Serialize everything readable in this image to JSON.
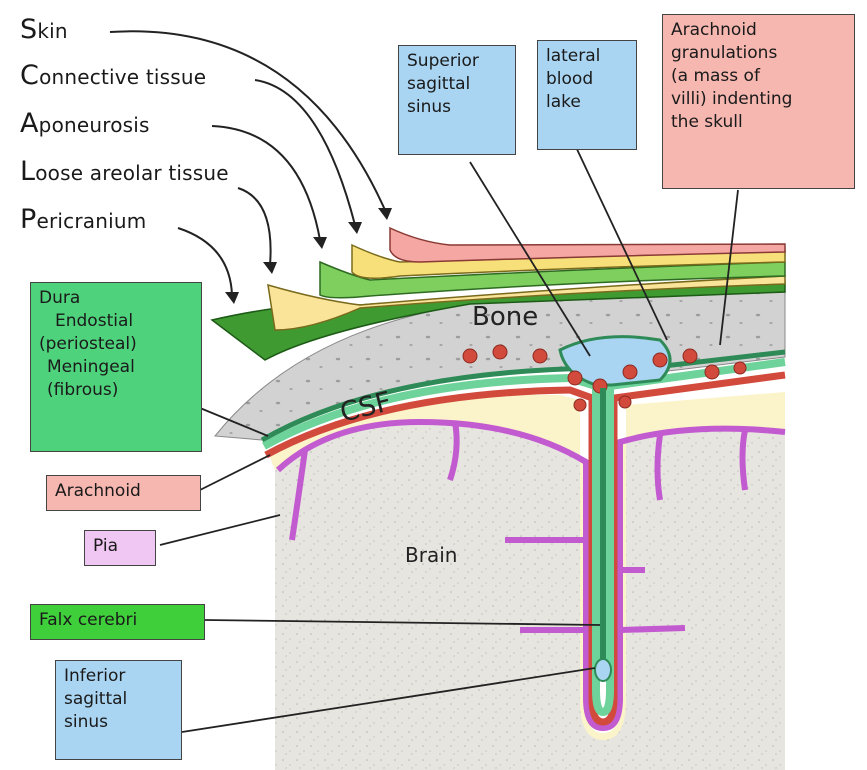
{
  "diagram": {
    "scalp_layers": [
      {
        "first": "S",
        "rest": "kin"
      },
      {
        "first": "C",
        "rest": "onnective tissue"
      },
      {
        "first": "A",
        "rest": "poneurosis"
      },
      {
        "first": "L",
        "rest": "oose areolar tissue"
      },
      {
        "first": "P",
        "rest": "ericranium"
      }
    ],
    "boxes": {
      "dura": [
        "Dura",
        "Endostial",
        "(periosteal)",
        "Meningeal",
        "(fibrous)"
      ],
      "arachnoid": [
        "Arachnoid"
      ],
      "pia": [
        "Pia"
      ],
      "falx": [
        "Falx cerebri"
      ],
      "inferior_sinus": [
        "Inferior",
        "sagittal",
        "sinus"
      ],
      "superior_sinus": [
        "Superior",
        "sagittal",
        "sinus"
      ],
      "lateral_lake": [
        "lateral",
        "blood",
        "lake"
      ],
      "granulations": [
        "Arachnoid",
        "granulations",
        "(a mass of",
        "villi) indenting",
        "the skull"
      ]
    },
    "regions": {
      "bone": "Bone",
      "csf": "CSF",
      "brain": "Brain"
    },
    "colors": {
      "skin": "#f4a7a3",
      "connective": "#f7e07a",
      "aponeurosis": "#7fcf5f",
      "loose": "#f9e49a",
      "pericranium": "#3f9a32",
      "bone": "#d3d3d3",
      "dura_endo": "#2e8b57",
      "dura_menin": "#6ed39a",
      "arachnoid": "#d24a3c",
      "csf": "#fbf3c9",
      "pia": "#c35bd0",
      "brain": "#e6e4df",
      "blue_box": "#a9d4f2",
      "green_box": "#4fd27c",
      "pink_box": "#f5b7b0",
      "pia_box": "#f0c6f2",
      "falx_box": "#3fcf3a"
    }
  }
}
